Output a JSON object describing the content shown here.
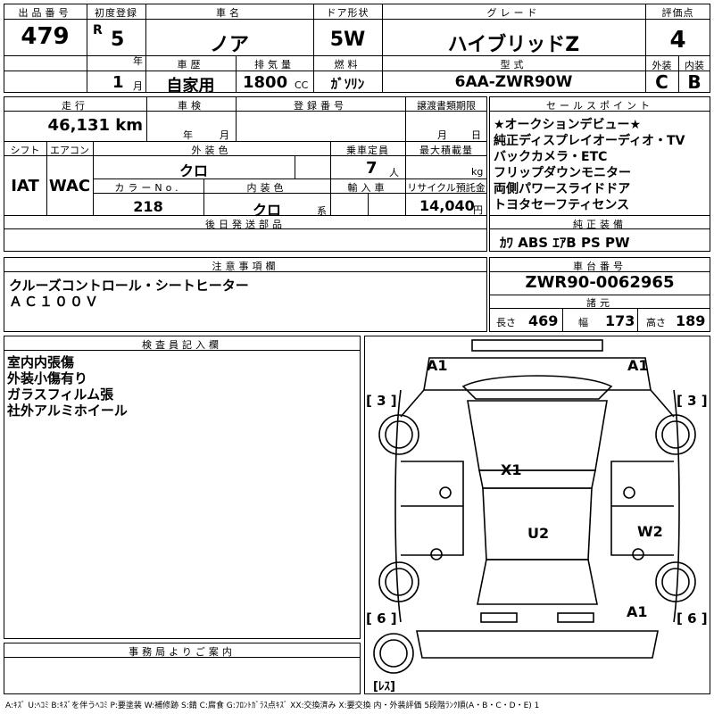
{
  "header": {
    "lot_label": "出品番号",
    "lot_no": "479",
    "reg_label": "初度登録",
    "era": "R",
    "year": "5",
    "year_unit": "年",
    "month": "1",
    "month_unit": "月",
    "name_label": "車名",
    "name": "ノア",
    "door_label": "ドア形状",
    "door": "5W",
    "grade_label": "グレード",
    "grade": "ハイブリッドZ",
    "score_label": "評価点",
    "score": "4",
    "history_label": "車歴",
    "history": "自家用",
    "disp_label": "排気量",
    "disp": "1800",
    "disp_unit": "CC",
    "fuel_label": "燃料",
    "fuel": "ｶﾞｿﾘﾝ",
    "model_label": "型式",
    "model": "6AA-ZWR90W",
    "ext_label": "外装",
    "ext": "C",
    "int_label": "内装",
    "int": "B"
  },
  "row2": {
    "mileage_label": "走行",
    "mileage": "46,131 km",
    "inspect_label": "車検",
    "inspect_year_unit": "年",
    "inspect_month_unit": "月",
    "regno_label": "登録番号",
    "transfer_label": "譲渡書類期限",
    "transfer_month_unit": "月",
    "transfer_day_unit": "日",
    "shift_label": "シフト",
    "shift": "IAT",
    "ac_label": "エアコン",
    "ac": "WAC",
    "color_label": "外装色",
    "color": "クロ",
    "seats_label": "乗車定員",
    "seats": "7",
    "seats_unit": "人",
    "load_label": "最大積載量",
    "load_unit": "kg",
    "colorno_label": "カラーNo.",
    "colorno": "218",
    "intcolor_label": "内装色",
    "intcolor": "クロ",
    "intcolor_unit": "系",
    "import_label": "輸入車",
    "recycle_label": "リサイクル預託金",
    "recycle": "14,040",
    "recycle_unit": "円",
    "later_label": "後日発送部品"
  },
  "sales": {
    "label": "セールスポイント",
    "lines": [
      "★オークションデビュー★",
      "純正ディスプレイオーディオ・TV",
      "バックカメラ・ETC",
      "フリップダウンモニター",
      "両側パワースライドドア",
      "トヨタセーフティセンス"
    ]
  },
  "equipment": {
    "label": "純正装備",
    "items": "ｶﾜ ABS ｴｱB PS PW"
  },
  "notes": {
    "label": "注意事項欄",
    "lines": [
      "クルーズコントロール・シートヒーター",
      "ＡＣ１００Ｖ"
    ]
  },
  "chassis": {
    "label": "車台番号",
    "value": "ZWR90-0062965",
    "dims_label": "諸元",
    "len_label": "長さ",
    "len": "469",
    "wid_label": "幅",
    "wid": "173",
    "hgt_label": "高さ",
    "hgt": "189"
  },
  "inspector": {
    "label": "検査員記入欄",
    "lines": [
      "室内内張傷",
      "外装小傷有り",
      "ガラスフィルム張",
      "社外アルミホイール"
    ]
  },
  "office": {
    "label": "事務局よりご案内"
  },
  "diagram": {
    "marks": {
      "a1_fl": "A1",
      "a1_fr": "A1",
      "x1": "X1",
      "u2": "U2",
      "w2": "W2",
      "a1_rr": "A1"
    },
    "tires": {
      "fl": "[ 3 ]",
      "fr": "[ 3 ]",
      "rl": "[ 6 ]",
      "rr": "[ 6 ]",
      "spare": "[ﾚｽ]"
    }
  },
  "legend": "A:ｷｽﾞ U:ﾍｺﾐ B:ｷｽﾞを伴うﾍｺﾐ P:要塗装 W:補修跡 S:錆 C:腐食 G:ﾌﾛﾝﾄｶﾞﾗｽ点ｷｽﾞ XX:交換済み X:要交換 内・外装評価 5段階ﾗﾝｸ順(A・B・C・D・E) 1"
}
